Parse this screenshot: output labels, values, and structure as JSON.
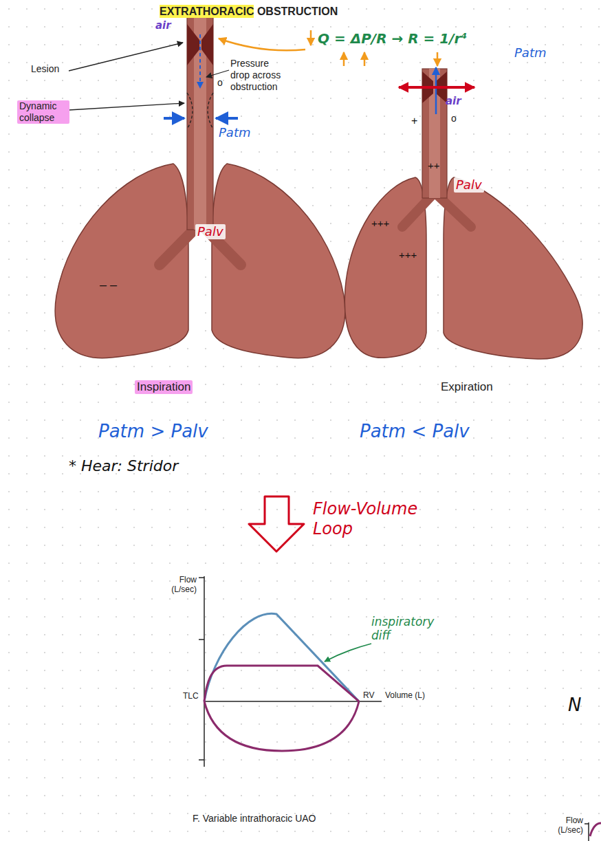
{
  "diagram": {
    "title": "EXTRATHORACIC OBSTRUCTION",
    "labels": [
      "Lesion",
      "Pressure drop across obstruction",
      "Dynamic collapse",
      "air",
      "Q = ΔP/R → R = 1/r⁴",
      "Patm",
      "Patm",
      "Palv",
      "– –",
      "o",
      "Inspiration",
      "Expiration",
      "air",
      "+",
      "o",
      "++",
      "Palv",
      "+++",
      "+++",
      "Patm > Palv",
      "Patm < Palv",
      "* Hear: Stridor",
      "Flow-Volume Loop",
      "Flow (L/sec)",
      "TLC",
      "RV",
      "Volume (L)",
      "inspiratory diff",
      "F. Variable intrathoracic UAO",
      "N",
      "Flow (L/sec)"
    ]
  }
}
